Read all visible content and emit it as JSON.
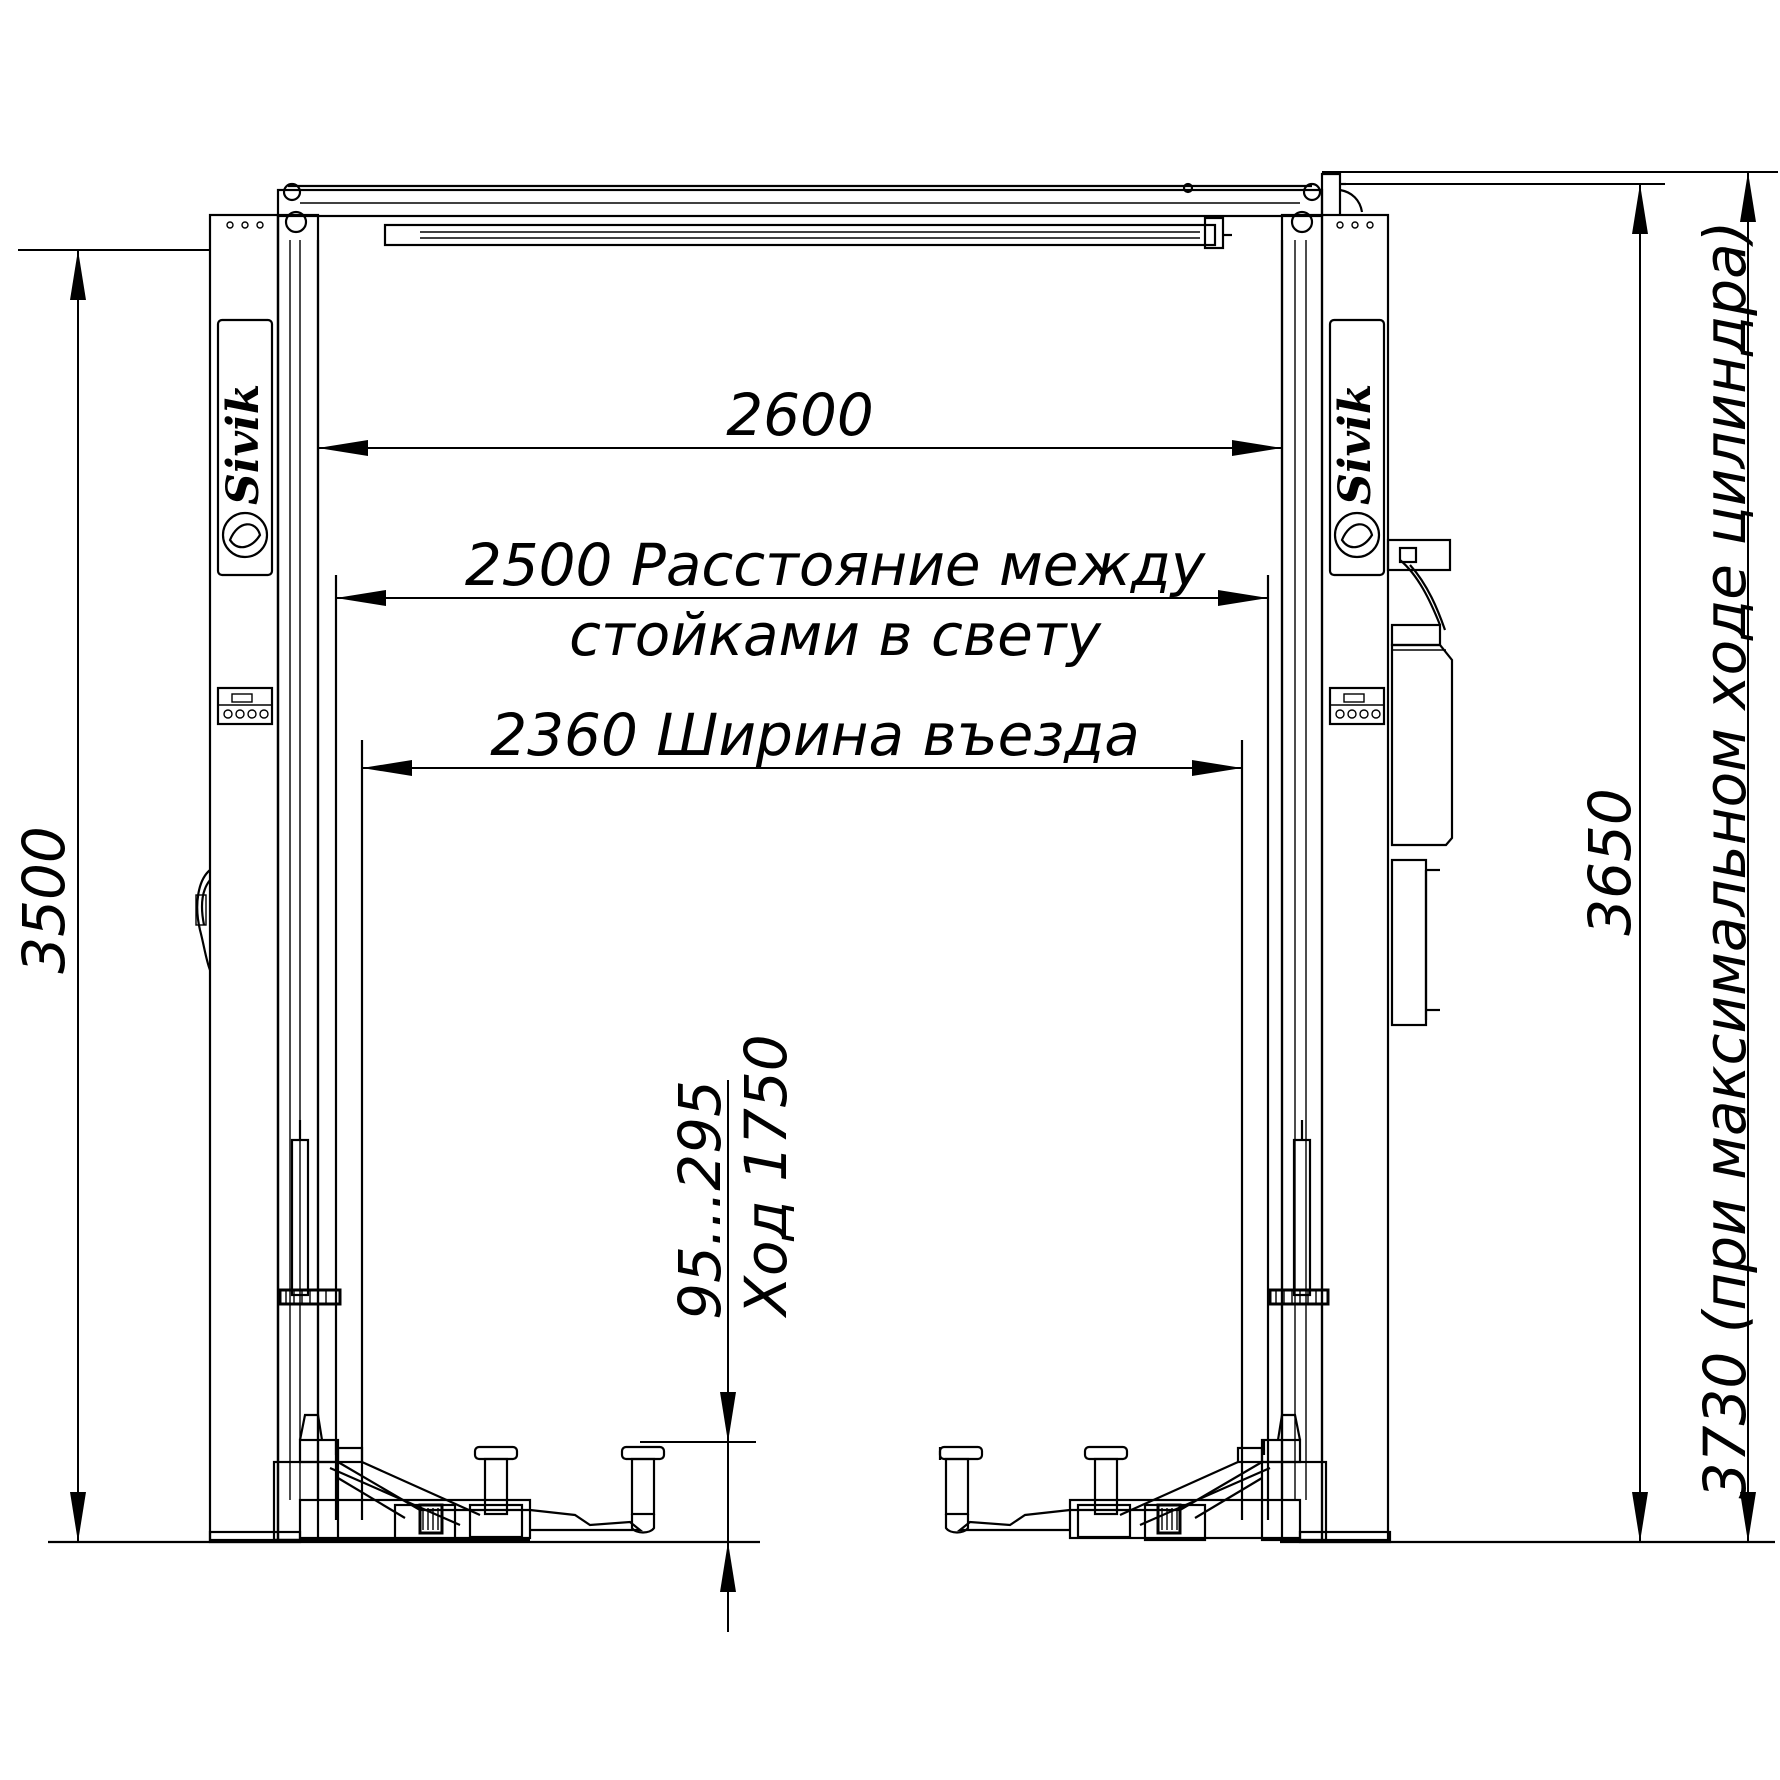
{
  "dimensions": {
    "overall_width": "2600",
    "clear_width_line1": "2500 Расстояние между",
    "clear_width_line2": "стойками в свету",
    "drive_through_width": "2360 Ширина въезда",
    "column_height": "3500",
    "overall_height": "3650",
    "max_cylinder_height": "3730 (при максимальном ходе цилиндра)",
    "pickup_height_range": "95...295",
    "lift_stroke": "Ход 1750"
  },
  "logo": {
    "brand_text": "Sivik"
  }
}
